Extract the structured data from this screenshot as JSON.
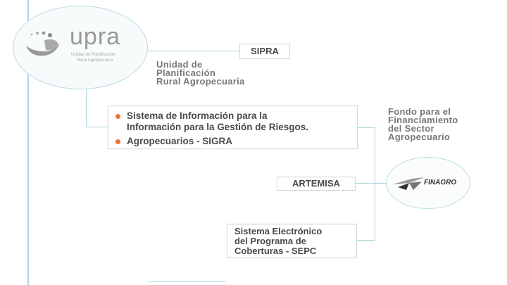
{
  "upra": {
    "logo_text": "upra",
    "logo_subtitle_1": "Unidad de Planificación",
    "logo_subtitle_2": "Rural Agropecuaria",
    "description": [
      "Unidad de",
      "Planificación",
      "Rural Agropecuaria"
    ]
  },
  "sipra": {
    "label": "SIPRA"
  },
  "sigra": {
    "bullets": [
      [
        "Sistema de Información para la",
        "Información para la  Gestión de Riesgos."
      ],
      [
        "Agropecuarios  -  SIGRA"
      ]
    ]
  },
  "finagro": {
    "logo_text": "FINAGRO",
    "description": [
      "Fondo para el",
      "Financiamiento",
      "del Sector",
      "Agropecuario"
    ]
  },
  "artemisa": {
    "label": "ARTEMISA"
  },
  "sepc": {
    "lines": [
      "Sistema Electrónico",
      "del Programa de",
      "Coberturas  - SEPC"
    ]
  },
  "colors": {
    "line": "#a9d6dc",
    "bullet": "#e8772a"
  }
}
